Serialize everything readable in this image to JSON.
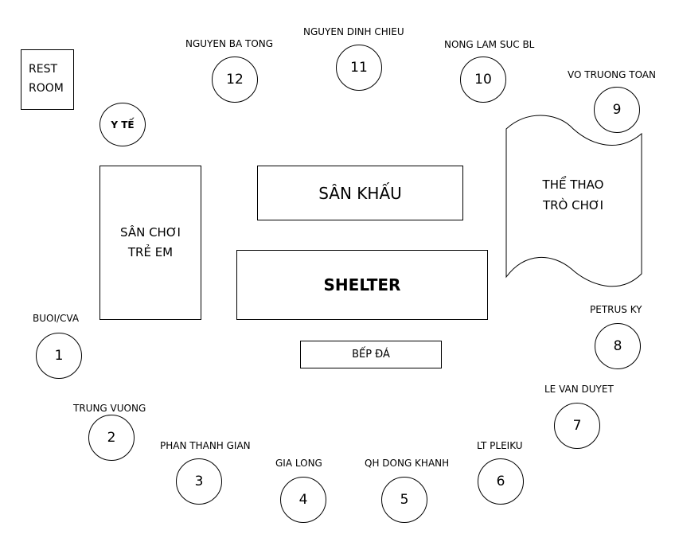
{
  "restroom": {
    "line1": "REST",
    "line2": "ROOM"
  },
  "yte": "Y TẾ",
  "san_choi": {
    "line1": "SÂN CHƠI",
    "line2": "TRẺ EM"
  },
  "san_khau": "SÂN KHẤU",
  "shelter": "SHELTER",
  "bep_da": "BẾP ĐÁ",
  "the_thao": {
    "line1": "THỂ THAO",
    "line2": "TRÒ CHƠI"
  },
  "booths": [
    {
      "number": "1",
      "label": "BUOI/CVA"
    },
    {
      "number": "2",
      "label": "TRUNG VUONG"
    },
    {
      "number": "3",
      "label": "PHAN THANH GIAN"
    },
    {
      "number": "4",
      "label": "GIA LONG"
    },
    {
      "number": "5",
      "label": "QH DONG KHANH"
    },
    {
      "number": "6",
      "label": "LT PLEIKU"
    },
    {
      "number": "7",
      "label": "LE VAN DUYET"
    },
    {
      "number": "8",
      "label": "PETRUS KY"
    },
    {
      "number": "9",
      "label": "VO TRUONG TOAN"
    },
    {
      "number": "10",
      "label": "NONG LAM SUC BL"
    },
    {
      "number": "11",
      "label": "NGUYEN DINH CHIEU"
    },
    {
      "number": "12",
      "label": "NGUYEN BA TONG"
    }
  ]
}
